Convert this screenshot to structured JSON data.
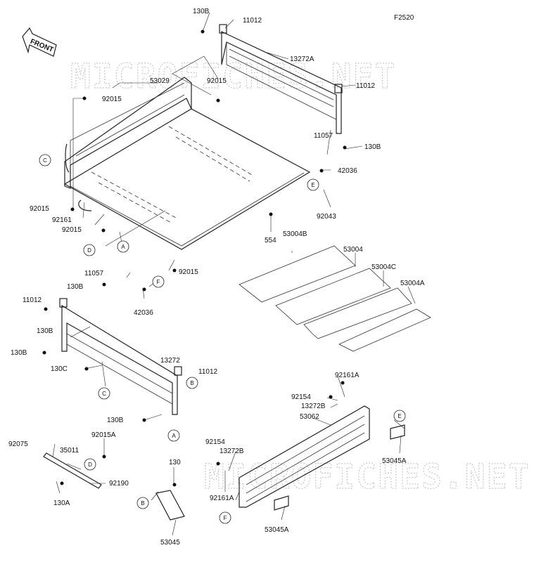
{
  "diagram": {
    "code": "F2520",
    "front_label": "FRONT",
    "watermark": "MICROFICHES.NET",
    "part_labels": [
      "130B",
      "11012",
      "13272A",
      "11012",
      "92015",
      "53029",
      "92015",
      "11057",
      "130B",
      "42036",
      "92043",
      "C",
      "E",
      "92015",
      "92161",
      "92015",
      "D",
      "A",
      "554",
      "53004B",
      "53004",
      "53004C",
      "53004A",
      "11057",
      "130B",
      "F",
      "92015",
      "42036",
      "11012",
      "130B",
      "130B",
      "130C",
      "13272",
      "11012",
      "C",
      "B",
      "130B",
      "A",
      "92161A",
      "92154",
      "13272B",
      "E",
      "53062",
      "53045A",
      "92075",
      "92015A",
      "35011",
      "D",
      "130",
      "92190",
      "130A",
      "B",
      "53045",
      "92154",
      "13272B",
      "92161A",
      "F",
      "53045A"
    ]
  }
}
